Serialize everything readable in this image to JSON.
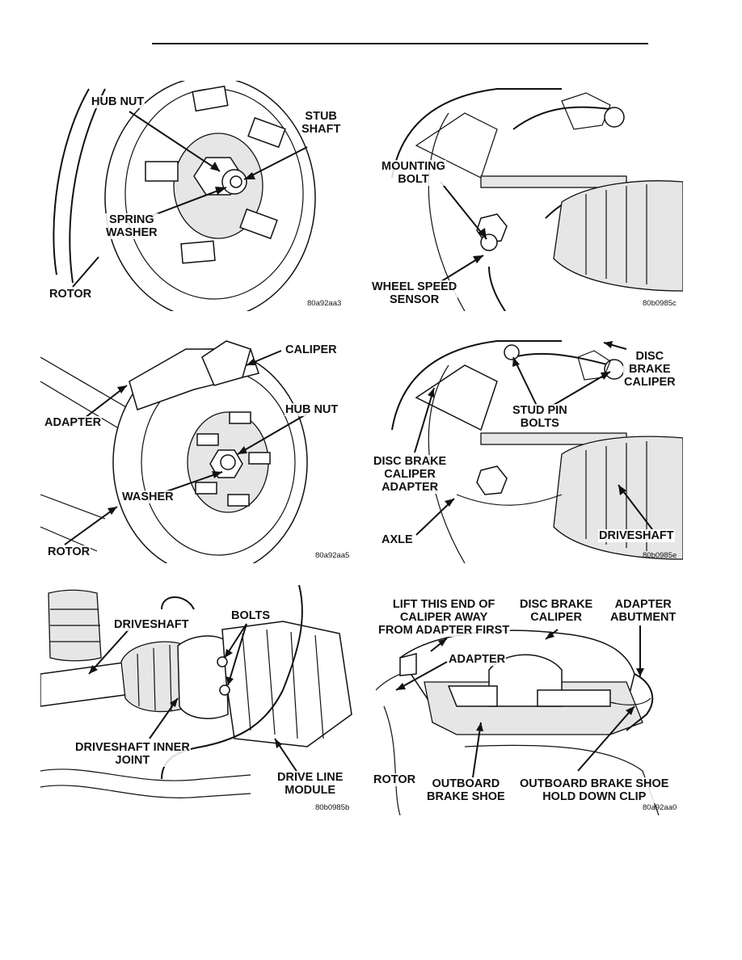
{
  "figures": [
    {
      "labels": {
        "hub_nut": "HUB NUT",
        "stub_shaft": "STUB\nSHAFT",
        "spring_washer": "SPRING\nWASHER",
        "rotor": "ROTOR"
      },
      "code": "80a92aa3"
    },
    {
      "labels": {
        "mounting_bolt": "MOUNTING\nBOLT",
        "wheel_speed_sensor": "WHEEL SPEED\nSENSOR"
      },
      "code": "80b0985c"
    },
    {
      "labels": {
        "caliper": "CALIPER",
        "adapter": "ADAPTER",
        "hub_nut": "HUB NUT",
        "washer": "WASHER",
        "rotor": "ROTOR"
      },
      "code": "80a92aa5"
    },
    {
      "labels": {
        "disc_brake_caliper": "DISC\nBRAKE\nCALIPER",
        "stud_pin_bolts": "STUD PIN\nBOLTS",
        "disc_brake_caliper_adapter": "DISC BRAKE\nCALIPER\nADAPTER",
        "axle": "AXLE",
        "driveshaft": "DRIVESHAFT"
      },
      "code": "80b0985e"
    },
    {
      "labels": {
        "driveshaft": "DRIVESHAFT",
        "bolts": "BOLTS",
        "driveshaft_inner_joint": "DRIVESHAFT INNER\nJOINT",
        "drive_line_module": "DRIVE LINE\nMODULE"
      },
      "code": "80b0985b"
    },
    {
      "labels": {
        "lift_this_end": "LIFT THIS END OF\nCALIPER AWAY\nFROM ADAPTER FIRST",
        "disc_brake_caliper": "DISC BRAKE\nCALIPER",
        "adapter_abutment": "ADAPTER\nABUTMENT",
        "adapter": "ADAPTER",
        "rotor": "ROTOR",
        "outboard_brake_shoe": "OUTBOARD\nBRAKE SHOE",
        "outboard_brake_shoe_hold_down_clip": "OUTBOARD BRAKE SHOE\nHOLD DOWN CLIP"
      },
      "code": "80a92aa0"
    }
  ]
}
